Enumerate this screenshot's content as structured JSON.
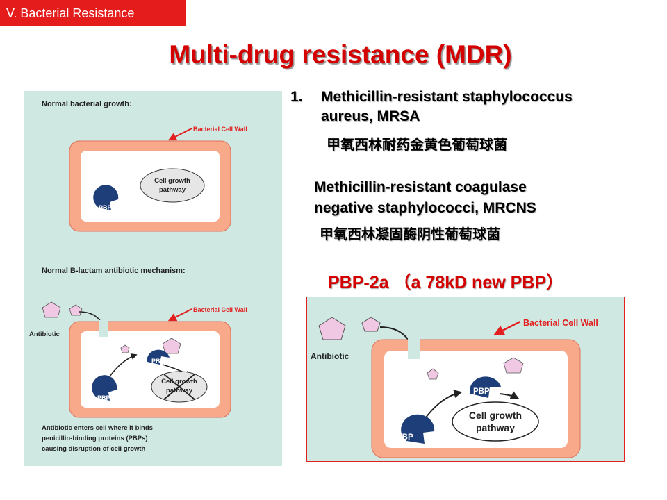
{
  "section_tag": "V. Bacterial Resistance",
  "title": "Multi-drug resistance (MDR)",
  "list": {
    "item1_number": "1.",
    "item1_line1": "Methicillin-resistant staphylococcus",
    "item1_line2": "aureus, MRSA",
    "item1_chinese": "甲氧西林耐药金黄色葡萄球菌",
    "item2_line1": "Methicillin-resistant coagulase",
    "item2_line2": "negative staphylococci,  MRCNS",
    "item2_chinese": "甲氧西林凝固酶阴性葡萄球菌"
  },
  "pbp2a_label": "PBP-2a （a 78kD new PBP）",
  "left_figure": {
    "normal_growth_heading": "Normal bacterial growth:",
    "cell_wall_label_1": "Bacterial Cell Wall",
    "cell_growth_1_line1": "Cell growth",
    "cell_growth_1_line2": "pathway",
    "pbp_1": "PBP",
    "mechanism_heading": "Normal B-lactam antibiotic mechanism:",
    "cell_wall_label_2": "Bacterial Cell Wall",
    "antibiotic_label": "Antibiotic",
    "pbp_2": "PBP",
    "pbp_3": "PBP",
    "cell_growth_2_line1": "Cell growth",
    "cell_growth_2_line2": "pathway",
    "caption_line1": "Antibiotic enters cell where it binds",
    "caption_line2": "penicillin-binding proteins (PBPs)",
    "caption_line3": "causing disruption of cell growth"
  },
  "right_figure": {
    "cell_wall_label": "Bacterial Cell Wall",
    "antibiotic_label": "Antibiotic",
    "pbp_bound": "PBP",
    "pbp_free": "PBP",
    "cell_growth_line1": "Cell growth",
    "cell_growth_line2": "pathway"
  },
  "colors": {
    "tag_bg": "#e41c1c",
    "title": "#d40000",
    "panel_bg": "#cfe8e2",
    "cell_wall": "#f7a98a",
    "cell_wall_edge": "#e0705a",
    "pbp": "#1d3e78",
    "antibiotic": "#f1c8e4",
    "arrow_red": "#e32020"
  }
}
